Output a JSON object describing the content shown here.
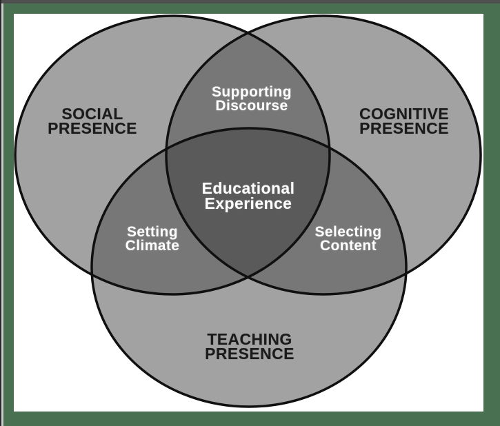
{
  "venn": {
    "circles": [
      {
        "name": "social",
        "line1": "SOCIAL",
        "line2": "PRESENCE"
      },
      {
        "name": "cognitive",
        "line1": "COGNITIVE",
        "line2": "PRESENCE"
      },
      {
        "name": "teaching",
        "line1": "TEACHING",
        "line2": "PRESENCE"
      }
    ],
    "overlaps": [
      {
        "name": "social-cognitive",
        "line1": "Supporting",
        "line2": "Discourse"
      },
      {
        "name": "social-teaching",
        "line1": "Setting",
        "line2": "Climate"
      },
      {
        "name": "cognitive-teaching",
        "line1": "Selecting",
        "line2": "Content"
      }
    ],
    "center": {
      "name": "all-three",
      "line1": "Educational",
      "line2": "Experience"
    },
    "colors": {
      "frame_green": "#4a7052",
      "top_edge_gray": "#4f4f4f",
      "left_edge_black": "#2a2a2a",
      "left_edge_light": "#cbcbcb",
      "canvas_white": "#ffffff",
      "circle_fill": "#a2a2a2",
      "overlap_fill": "#777777",
      "center_fill": "#5a5a5a",
      "outline": "#101010",
      "dark_text": "#1b1b1b",
      "light_text": "#ffffff"
    }
  }
}
